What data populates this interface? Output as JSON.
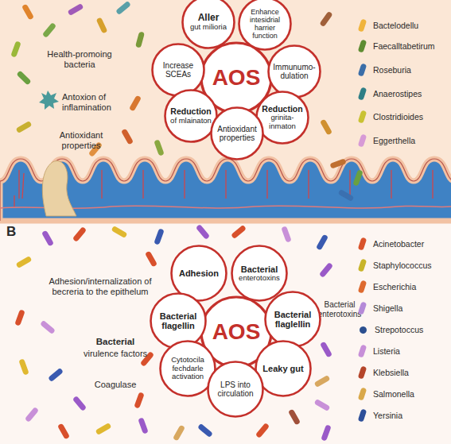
{
  "diagram": {
    "nodes": [
      {
        "text": [
          "Aller",
          "gut milioria"
        ]
      },
      {
        "text": [
          "Enhance intesidrial harrier function"
        ]
      },
      {
        "text": [
          "Increase SCEAs"
        ]
      },
      {
        "text": [
          "AOS"
        ]
      },
      {
        "text": [
          "Immunumo- dulation"
        ]
      },
      {
        "text": [
          "Reduction",
          "of mlainaton"
        ]
      },
      {
        "text": [
          "Reduction",
          "grinita- inmaton"
        ]
      },
      {
        "text": [
          "Antioxidant properties"
        ]
      },
      {
        "text": [
          "Adhesion"
        ]
      },
      {
        "text": [
          "Bacterial",
          "enterotoxins"
        ]
      },
      {
        "text": [
          "Bacterial flagellin"
        ]
      },
      {
        "text": [
          "AOS"
        ]
      },
      {
        "text": [
          "Bacterial flaglellin"
        ]
      },
      {
        "text": [
          "Cytotocila fechdarle activation"
        ]
      },
      {
        "text": [
          "Leaky gut"
        ]
      },
      {
        "text": [
          "LPS into circulation"
        ]
      }
    ],
    "labels": [
      "Health-promoing bacteria",
      "Antoxion of inflamination",
      "Antioxidant properties",
      "B",
      "Adhesion/internalization of becreria to the epithelum",
      "Bacterial",
      "virulence factors",
      "Coagulase",
      "Bacterial enterotoxins"
    ],
    "legend": [
      {
        "text": "Bactelodellu",
        "color": "#f0b43c"
      },
      {
        "text": "Faecalltabetirum",
        "color": "#5e8c32"
      },
      {
        "text": "Roseburia",
        "color": "#3b6ea8"
      },
      {
        "text": "Anaerostipes",
        "color": "#2f7f86"
      },
      {
        "text": "Clostridioides",
        "color": "#c9c232"
      },
      {
        "text": "Eggerthella",
        "color": "#d79ad6"
      },
      {
        "text": "Acinetobacter",
        "color": "#d9532b"
      },
      {
        "text": "Staphylococcus",
        "color": "#c8b429"
      },
      {
        "text": "Escherichia",
        "color": "#de6a2f"
      },
      {
        "text": "Shigella",
        "color": "#b58ad8"
      },
      {
        "text": "Strepotoccus",
        "color": "#2b4f8f"
      },
      {
        "text": "Listeria",
        "color": "#c78fd8"
      },
      {
        "text": "Klebsiella",
        "color": "#b5452a"
      },
      {
        "text": "Salmonella",
        "color": "#d9a84a"
      },
      {
        "text": "Yersinia",
        "color": "#2d4f9a"
      }
    ]
  }
}
